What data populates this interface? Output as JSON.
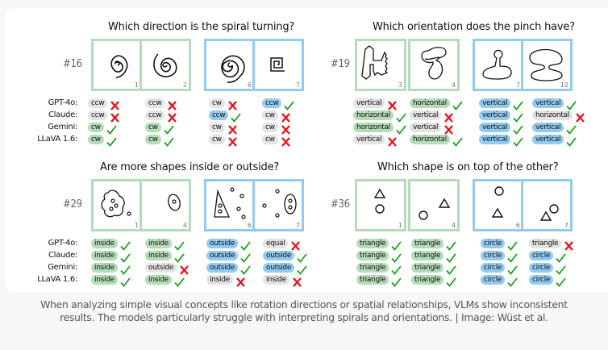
{
  "colors": {
    "correct_green": "#b5dcb8",
    "correct_blue": "#93cbf0",
    "wrong_gray": "#e3e3e3",
    "check": "#18a418",
    "cross": "#e8141e"
  },
  "models": [
    "GPT-4o:",
    "Claude:",
    "Gemini:",
    "LLaVA 1.6:"
  ],
  "panels": [
    {
      "title": "Which direction is the spiral turning?",
      "task_id": "#16",
      "images": [
        {
          "index": "1",
          "group": "green",
          "shape": "spiral-cw"
        },
        {
          "index": "2",
          "group": "green",
          "shape": "spiral-cw-open"
        },
        {
          "index": "6",
          "group": "blue",
          "shape": "spiral-ccw"
        },
        {
          "index": "7",
          "group": "blue",
          "shape": "square-spiral"
        }
      ],
      "answers": [
        [
          {
            "text": "ccw",
            "correct": false
          },
          {
            "text": "ccw",
            "correct": false
          },
          {
            "text": "cw",
            "correct": false
          },
          {
            "text": "ccw",
            "correct": true
          }
        ],
        [
          {
            "text": "ccw",
            "correct": false
          },
          {
            "text": "ccw",
            "correct": false
          },
          {
            "text": "ccw",
            "correct": true
          },
          {
            "text": "cw",
            "correct": false
          }
        ],
        [
          {
            "text": "cw",
            "correct": true
          },
          {
            "text": "cw",
            "correct": true
          },
          {
            "text": "cw",
            "correct": false
          },
          {
            "text": "cw",
            "correct": false
          }
        ],
        [
          {
            "text": "cw",
            "correct": true
          },
          {
            "text": "cw",
            "correct": true
          },
          {
            "text": "cw",
            "correct": false
          },
          {
            "text": "cw",
            "correct": false
          }
        ]
      ]
    },
    {
      "title": "Which orientation does the pinch have?",
      "task_id": "#19",
      "images": [
        {
          "index": "3",
          "group": "green",
          "shape": "pinch-h"
        },
        {
          "index": "4",
          "group": "green",
          "shape": "pinch-s"
        },
        {
          "index": "7",
          "group": "blue",
          "shape": "pinch-lollipop"
        },
        {
          "index": "10",
          "group": "blue",
          "shape": "pinch-mushroom"
        }
      ],
      "answers": [
        [
          {
            "text": "vertical",
            "correct": false
          },
          {
            "text": "horizontal",
            "correct": true
          },
          {
            "text": "vertical",
            "correct": true
          },
          {
            "text": "vertical",
            "correct": true
          }
        ],
        [
          {
            "text": "horizontal",
            "correct": true
          },
          {
            "text": "vertical",
            "correct": false
          },
          {
            "text": "vertical",
            "correct": true
          },
          {
            "text": "horizontal",
            "correct": false
          }
        ],
        [
          {
            "text": "horizontal",
            "correct": true
          },
          {
            "text": "vertical",
            "correct": false
          },
          {
            "text": "vertical",
            "correct": true
          },
          {
            "text": "vertical",
            "correct": true
          }
        ],
        [
          {
            "text": "vertical",
            "correct": false
          },
          {
            "text": "horizontal",
            "correct": true
          },
          {
            "text": "vertical",
            "correct": true
          },
          {
            "text": "vertical",
            "correct": true
          }
        ]
      ]
    },
    {
      "title": "Are more shapes inside or outside?",
      "task_id": "#29",
      "images": [
        {
          "index": "1",
          "group": "green",
          "shape": "blob-inside"
        },
        {
          "index": "4",
          "group": "green",
          "shape": "oval-inside"
        },
        {
          "index": "6",
          "group": "blue",
          "shape": "triangle-outside"
        },
        {
          "index": "7",
          "group": "blue",
          "shape": "oval-outside"
        }
      ],
      "answers": [
        [
          {
            "text": "inside",
            "correct": true
          },
          {
            "text": "inside",
            "correct": true
          },
          {
            "text": "outside",
            "correct": true
          },
          {
            "text": "equal",
            "correct": false
          }
        ],
        [
          {
            "text": "inside",
            "correct": true
          },
          {
            "text": "inside",
            "correct": true
          },
          {
            "text": "outside",
            "correct": true
          },
          {
            "text": "outside",
            "correct": true
          }
        ],
        [
          {
            "text": "inside",
            "correct": true
          },
          {
            "text": "outside",
            "correct": false
          },
          {
            "text": "outside",
            "correct": true
          },
          {
            "text": "outside",
            "correct": true
          }
        ],
        [
          {
            "text": "inside",
            "correct": true
          },
          {
            "text": "inside",
            "correct": true
          },
          {
            "text": "inside",
            "correct": false
          },
          {
            "text": "inside",
            "correct": false
          }
        ]
      ]
    },
    {
      "title": "Which shape is on top of the other?",
      "task_id": "#36",
      "images": [
        {
          "index": "1",
          "group": "green",
          "shape": "tri-over-circle"
        },
        {
          "index": "4",
          "group": "green",
          "shape": "tri-over-circle-diag"
        },
        {
          "index": "6",
          "group": "blue",
          "shape": "circle-over-tri"
        },
        {
          "index": "7",
          "group": "blue",
          "shape": "circle-over-tri-close"
        }
      ],
      "answers": [
        [
          {
            "text": "triangle",
            "correct": true
          },
          {
            "text": "triangle",
            "correct": true
          },
          {
            "text": "circle",
            "correct": true
          },
          {
            "text": "triangle",
            "correct": false
          }
        ],
        [
          {
            "text": "triangle",
            "correct": true
          },
          {
            "text": "triangle",
            "correct": true
          },
          {
            "text": "circle",
            "correct": true
          },
          {
            "text": "circle",
            "correct": true
          }
        ],
        [
          {
            "text": "triangle",
            "correct": true
          },
          {
            "text": "triangle",
            "correct": true
          },
          {
            "text": "circle",
            "correct": true
          },
          {
            "text": "circle",
            "correct": true
          }
        ],
        [
          {
            "text": "triangle",
            "correct": true
          },
          {
            "text": "triangle",
            "correct": true
          },
          {
            "text": "circle",
            "correct": true
          },
          {
            "text": "circle",
            "correct": true
          }
        ]
      ]
    }
  ],
  "caption": "When analyzing simple visual concepts like rotation directions or spatial relationships, VLMs show inconsistent results. The models particularly struggle with interpreting spirals and orientations. | Image: Wüst et al."
}
